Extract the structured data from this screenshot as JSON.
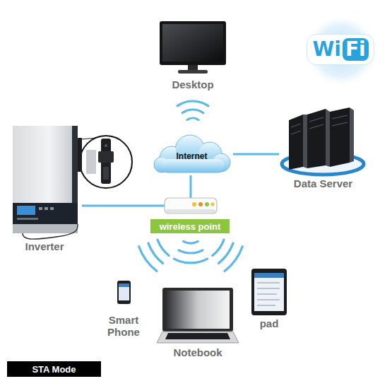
{
  "diagram": {
    "nodes": [
      {
        "text": [
          "Desktop"
        ]
      },
      {
        "text": [
          "Wi",
          "Fi"
        ]
      },
      {
        "text": [
          "Inverter"
        ]
      },
      {
        "text": [
          "Internet"
        ]
      },
      {
        "text": [
          "Data Server"
        ]
      },
      {
        "text": [
          "wireless point"
        ]
      },
      {
        "text": [
          "Smart Phone"
        ]
      },
      {
        "text": [
          "Notebook"
        ]
      },
      {
        "text": [
          "pad"
        ]
      },
      {
        "text": [
          "STA Mode"
        ]
      }
    ],
    "edges": [
      {
        "from": 2,
        "to": 5,
        "arrow": "none"
      },
      {
        "from": 5,
        "to": 3,
        "arrow": "none"
      },
      {
        "from": 3,
        "to": 4,
        "arrow": "none"
      }
    ]
  }
}
